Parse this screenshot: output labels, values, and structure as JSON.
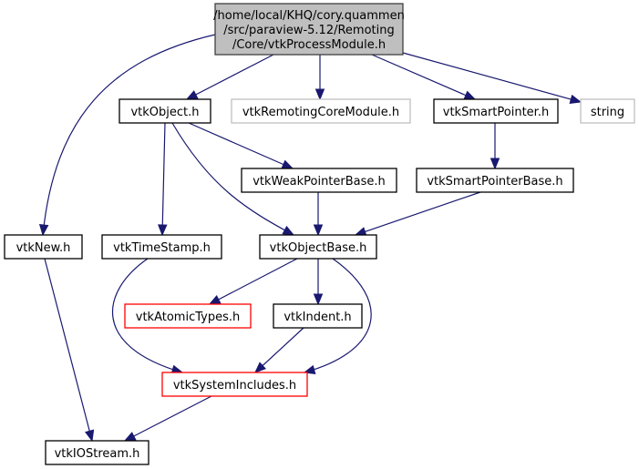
{
  "diagram": {
    "type": "include-dependency-graph",
    "root": "root",
    "colors": {
      "edge": "#191970",
      "root_fill": "#bfbfbf",
      "root_border": "#404040",
      "normal_border": "#000000",
      "external_border": "#bfbfbf",
      "missing_border": "#ff0000",
      "external_text": "#000000"
    },
    "nodes": [
      {
        "id": "root",
        "label_lines": [
          "/home/local/KHQ/cory.quammen",
          "/src/paraview-5.12/Remoting",
          "/Core/vtkProcessModule.h"
        ],
        "style": "root"
      },
      {
        "id": "vtkObject",
        "label_lines": [
          "vtkObject.h"
        ],
        "style": "normal"
      },
      {
        "id": "vtkRemotingCoreModule",
        "label_lines": [
          "vtkRemotingCoreModule.h"
        ],
        "style": "external"
      },
      {
        "id": "vtkSmartPointer",
        "label_lines": [
          "vtkSmartPointer.h"
        ],
        "style": "normal"
      },
      {
        "id": "string",
        "label_lines": [
          "string"
        ],
        "style": "external"
      },
      {
        "id": "vtkWeakPointerBase",
        "label_lines": [
          "vtkWeakPointerBase.h"
        ],
        "style": "normal"
      },
      {
        "id": "vtkSmartPointerBase",
        "label_lines": [
          "vtkSmartPointerBase.h"
        ],
        "style": "normal"
      },
      {
        "id": "vtkNew",
        "label_lines": [
          "vtkNew.h"
        ],
        "style": "normal"
      },
      {
        "id": "vtkTimeStamp",
        "label_lines": [
          "vtkTimeStamp.h"
        ],
        "style": "normal"
      },
      {
        "id": "vtkObjectBase",
        "label_lines": [
          "vtkObjectBase.h"
        ],
        "style": "normal"
      },
      {
        "id": "vtkAtomicTypes",
        "label_lines": [
          "vtkAtomicTypes.h"
        ],
        "style": "missing"
      },
      {
        "id": "vtkIndent",
        "label_lines": [
          "vtkIndent.h"
        ],
        "style": "normal"
      },
      {
        "id": "vtkSystemIncludes",
        "label_lines": [
          "vtkSystemIncludes.h"
        ],
        "style": "missing"
      },
      {
        "id": "vtkIOStream",
        "label_lines": [
          "vtkIOStream.h"
        ],
        "style": "normal"
      }
    ],
    "edges": [
      {
        "from": "root",
        "to": "vtkNew"
      },
      {
        "from": "root",
        "to": "vtkObject"
      },
      {
        "from": "root",
        "to": "vtkRemotingCoreModule"
      },
      {
        "from": "root",
        "to": "vtkSmartPointer"
      },
      {
        "from": "root",
        "to": "string"
      },
      {
        "from": "vtkObject",
        "to": "vtkTimeStamp"
      },
      {
        "from": "vtkObject",
        "to": "vtkObjectBase"
      },
      {
        "from": "vtkObject",
        "to": "vtkWeakPointerBase"
      },
      {
        "from": "vtkSmartPointer",
        "to": "vtkSmartPointerBase"
      },
      {
        "from": "vtkWeakPointerBase",
        "to": "vtkObjectBase"
      },
      {
        "from": "vtkSmartPointerBase",
        "to": "vtkObjectBase"
      },
      {
        "from": "vtkNew",
        "to": "vtkIOStream"
      },
      {
        "from": "vtkTimeStamp",
        "to": "vtkSystemIncludes"
      },
      {
        "from": "vtkObjectBase",
        "to": "vtkAtomicTypes"
      },
      {
        "from": "vtkObjectBase",
        "to": "vtkIndent"
      },
      {
        "from": "vtkObjectBase",
        "to": "vtkSystemIncludes"
      },
      {
        "from": "vtkIndent",
        "to": "vtkSystemIncludes"
      },
      {
        "from": "vtkSystemIncludes",
        "to": "vtkIOStream"
      }
    ]
  }
}
